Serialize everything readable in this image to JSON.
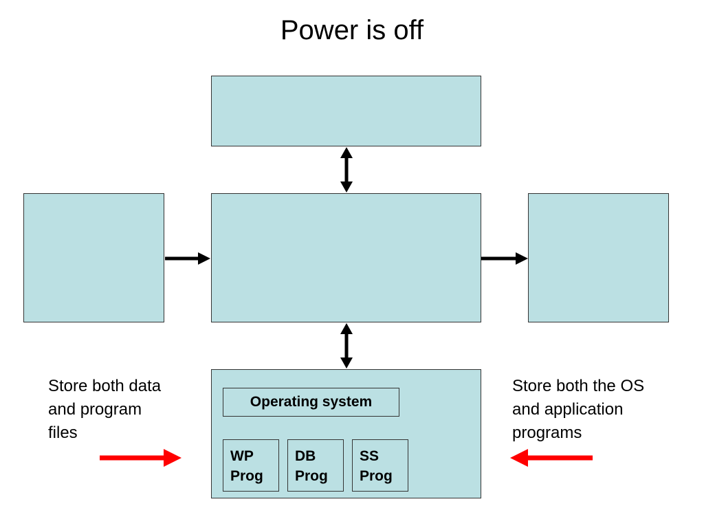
{
  "title": "Power is off",
  "left_note": [
    "Store both data",
    "and program",
    "files"
  ],
  "right_note": [
    "Store both the OS",
    "and application",
    "programs"
  ],
  "memory_box": {
    "os_label": "Operating system",
    "programs": [
      [
        "WP",
        "Prog"
      ],
      [
        "DB",
        "Prog"
      ],
      [
        "SS",
        "Prog"
      ]
    ]
  },
  "colors": {
    "box_fill": "#bbe0e3",
    "connector_arrow": "#000000",
    "highlight_arrow": "#ff0000"
  }
}
